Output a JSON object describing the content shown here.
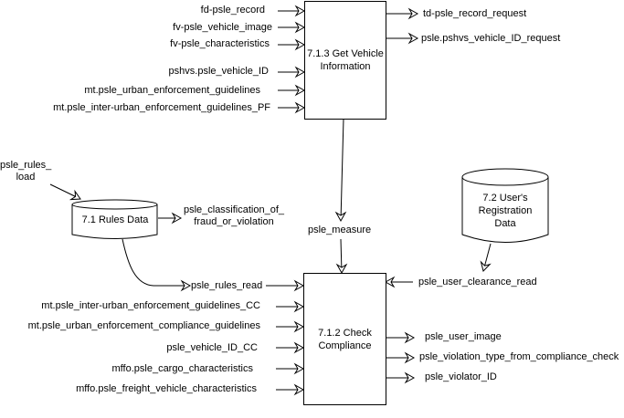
{
  "diagram": {
    "type": "data-flow-diagram",
    "processes": {
      "get_vehicle_info": "7.1.3 Get Vehicle Information",
      "check_compliance": "7.1.2 Check Compliance"
    },
    "stores": {
      "rules_data": "7.1 Rules Data",
      "user_registration": "7.2 User's Registration Data"
    },
    "get_vehicle_info_inputs": [
      "fd-psle_record",
      "fv-psle_vehicle_image",
      "fv-psle_characteristics",
      "pshvs.psle_vehicle_ID",
      "mt.psle_urban_enforcement_guidelines",
      "mt.psle_inter-urban_enforcement_guidelines_PF"
    ],
    "get_vehicle_info_outputs": [
      "td-psle_record_request",
      "psle.pshvs_vehicle_ID_request"
    ],
    "rules_load": "psle_rules_ load",
    "rules_classification": "psle_classification_of_ fraud_or_violation",
    "measure": "psle_measure",
    "rules_read": "psle_rules_read",
    "user_clearance_read": "psle_user_clearance_read",
    "check_compliance_inputs": [
      "mt.psle_inter-urban_enforcement_guidelines_CC",
      "mt.psle_urban_enforcement_compliance_guidelines",
      "psle_vehicle_ID_CC",
      "mffo.psle_cargo_characteristics",
      "mffo.psle_freight_vehicle_characteristics"
    ],
    "check_compliance_outputs": [
      "psle_user_image",
      "psle_violation_type_from_compliance_check",
      "psle_violator_ID"
    ]
  }
}
